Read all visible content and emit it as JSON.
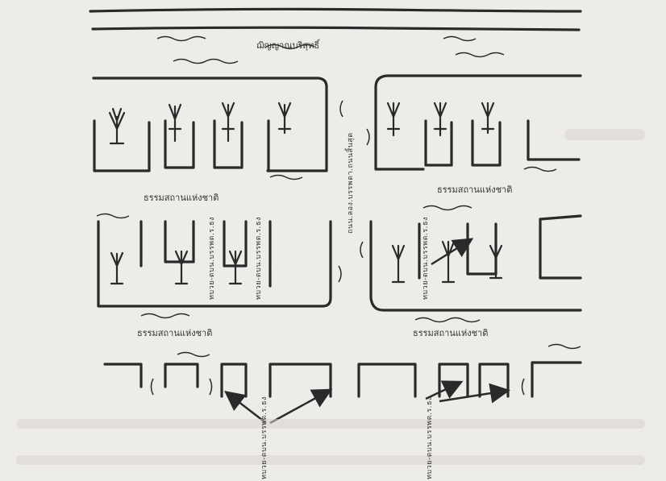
{
  "labels": {
    "top_street": "ฌิญญาณบริสุทธิ์",
    "block_label_1": "ธรรมสถานแห่งชาติ",
    "block_label_2": "ธรรมสถานแห่งชาติ",
    "block_label_3": "ธรรมสถานแห่งชาติ",
    "block_label_4": "ธรรมสถานแห่งชาติ",
    "vertical_center": "ถนน.ลอง.บรรพตา.ถนนสิ้นสุด",
    "vertical_a": "ทบวย-ตบน.บรรพต.ร.ธง",
    "vertical_b": "ทบวย-ตบน.บรรพต.ร.ธง",
    "vertical_c": "ทบวย-ตบน.บรรพต.ร.ธง",
    "vertical_d": "ทบวย-ตบน.บรรพต.ร.ธง",
    "vertical_e": "ทบวย-ตบน.บรรพต.ร.ธง"
  },
  "colors": {
    "ink": "#2a2a2a",
    "paper": "#eeece9"
  }
}
